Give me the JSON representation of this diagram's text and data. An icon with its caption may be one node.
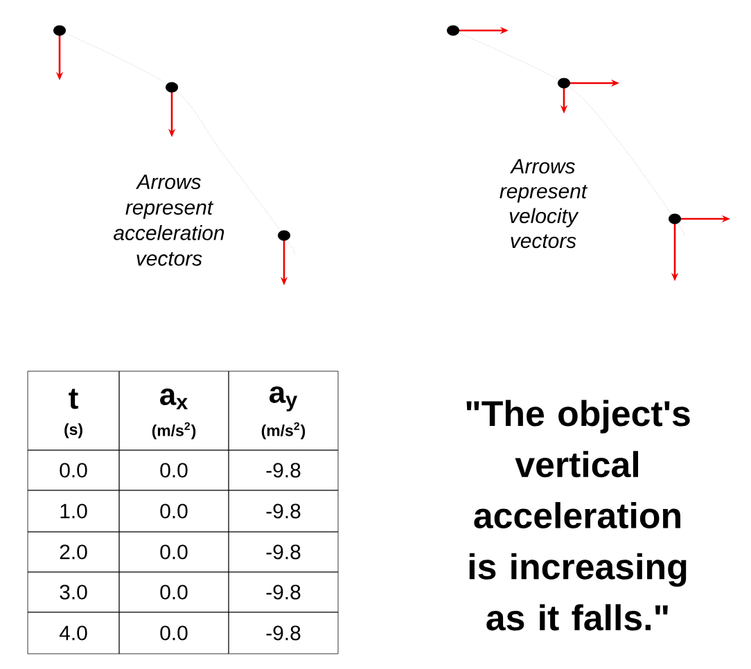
{
  "diagram": {
    "labels": [
      "Arrows represent acceleration vectors",
      "Arrows represent velocity vectors",
      "t",
      "(s)",
      "a$_{x}$",
      "(m/s$^{2}$)",
      "a$_{y}$",
      "(m/s$^{2}$)",
      "0.0",
      "0.0",
      "-9.8",
      "1.0",
      "0.0",
      "-9.8",
      "2.0",
      "0.0",
      "-9.8",
      "3.0",
      "0.0",
      "-9.8",
      "4.0",
      "0.0",
      "-9.8",
      "\"The object's vertical acceleration is increasing as it falls.\""
    ]
  }
}
